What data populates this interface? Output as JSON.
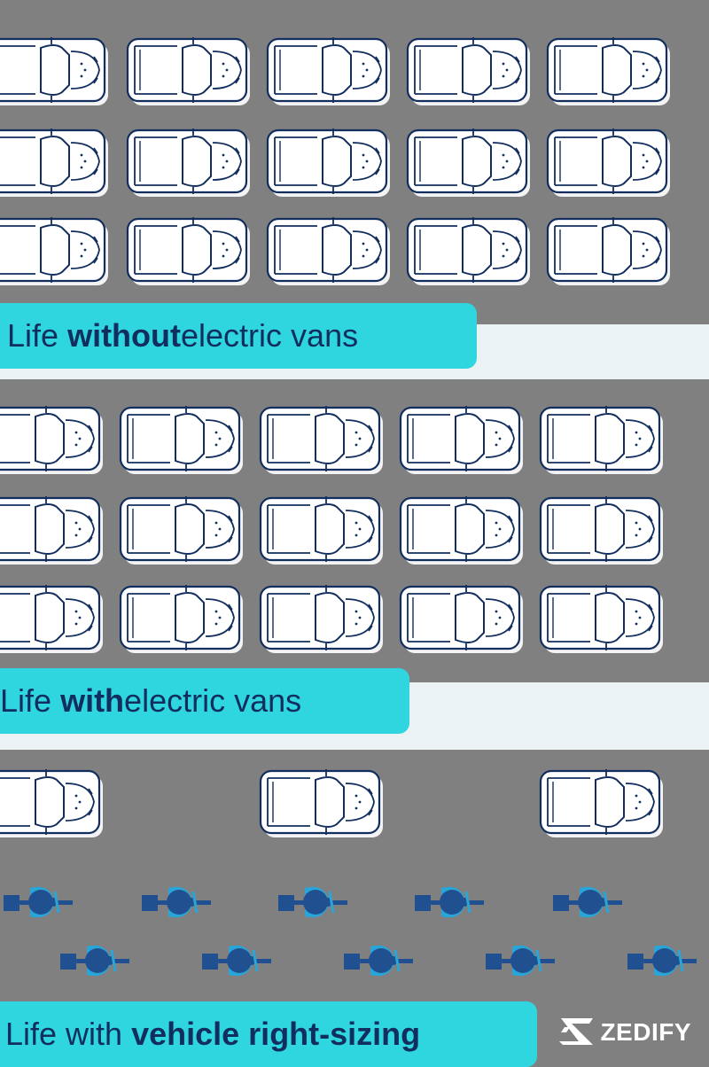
{
  "colors": {
    "road": "#808080",
    "accent": "#2fd6e0",
    "navy": "#112e5e",
    "strip": "#eaf2f4",
    "van_body": "#ffffff",
    "bike_dark": "#20508f",
    "bike_light": "#2aa5d8"
  },
  "section_without": {
    "label_prefix": "Life ",
    "label_bold": "without",
    "label_suffix": " electric vans",
    "van_icon": "van-top-view-icon"
  },
  "section_with": {
    "label_prefix": "Life ",
    "label_bold": "with",
    "label_suffix": " electric vans",
    "van_icon": "van-top-view-icon"
  },
  "section_rightsizing": {
    "label_prefix": "Life with ",
    "label_bold": "vehicle right-sizing",
    "van_icon": "van-top-view-icon",
    "bike_icon": "cargo-bike-top-view-icon"
  },
  "brand": {
    "name": "ZEDIFY",
    "icon": "zedify-logo-icon"
  }
}
